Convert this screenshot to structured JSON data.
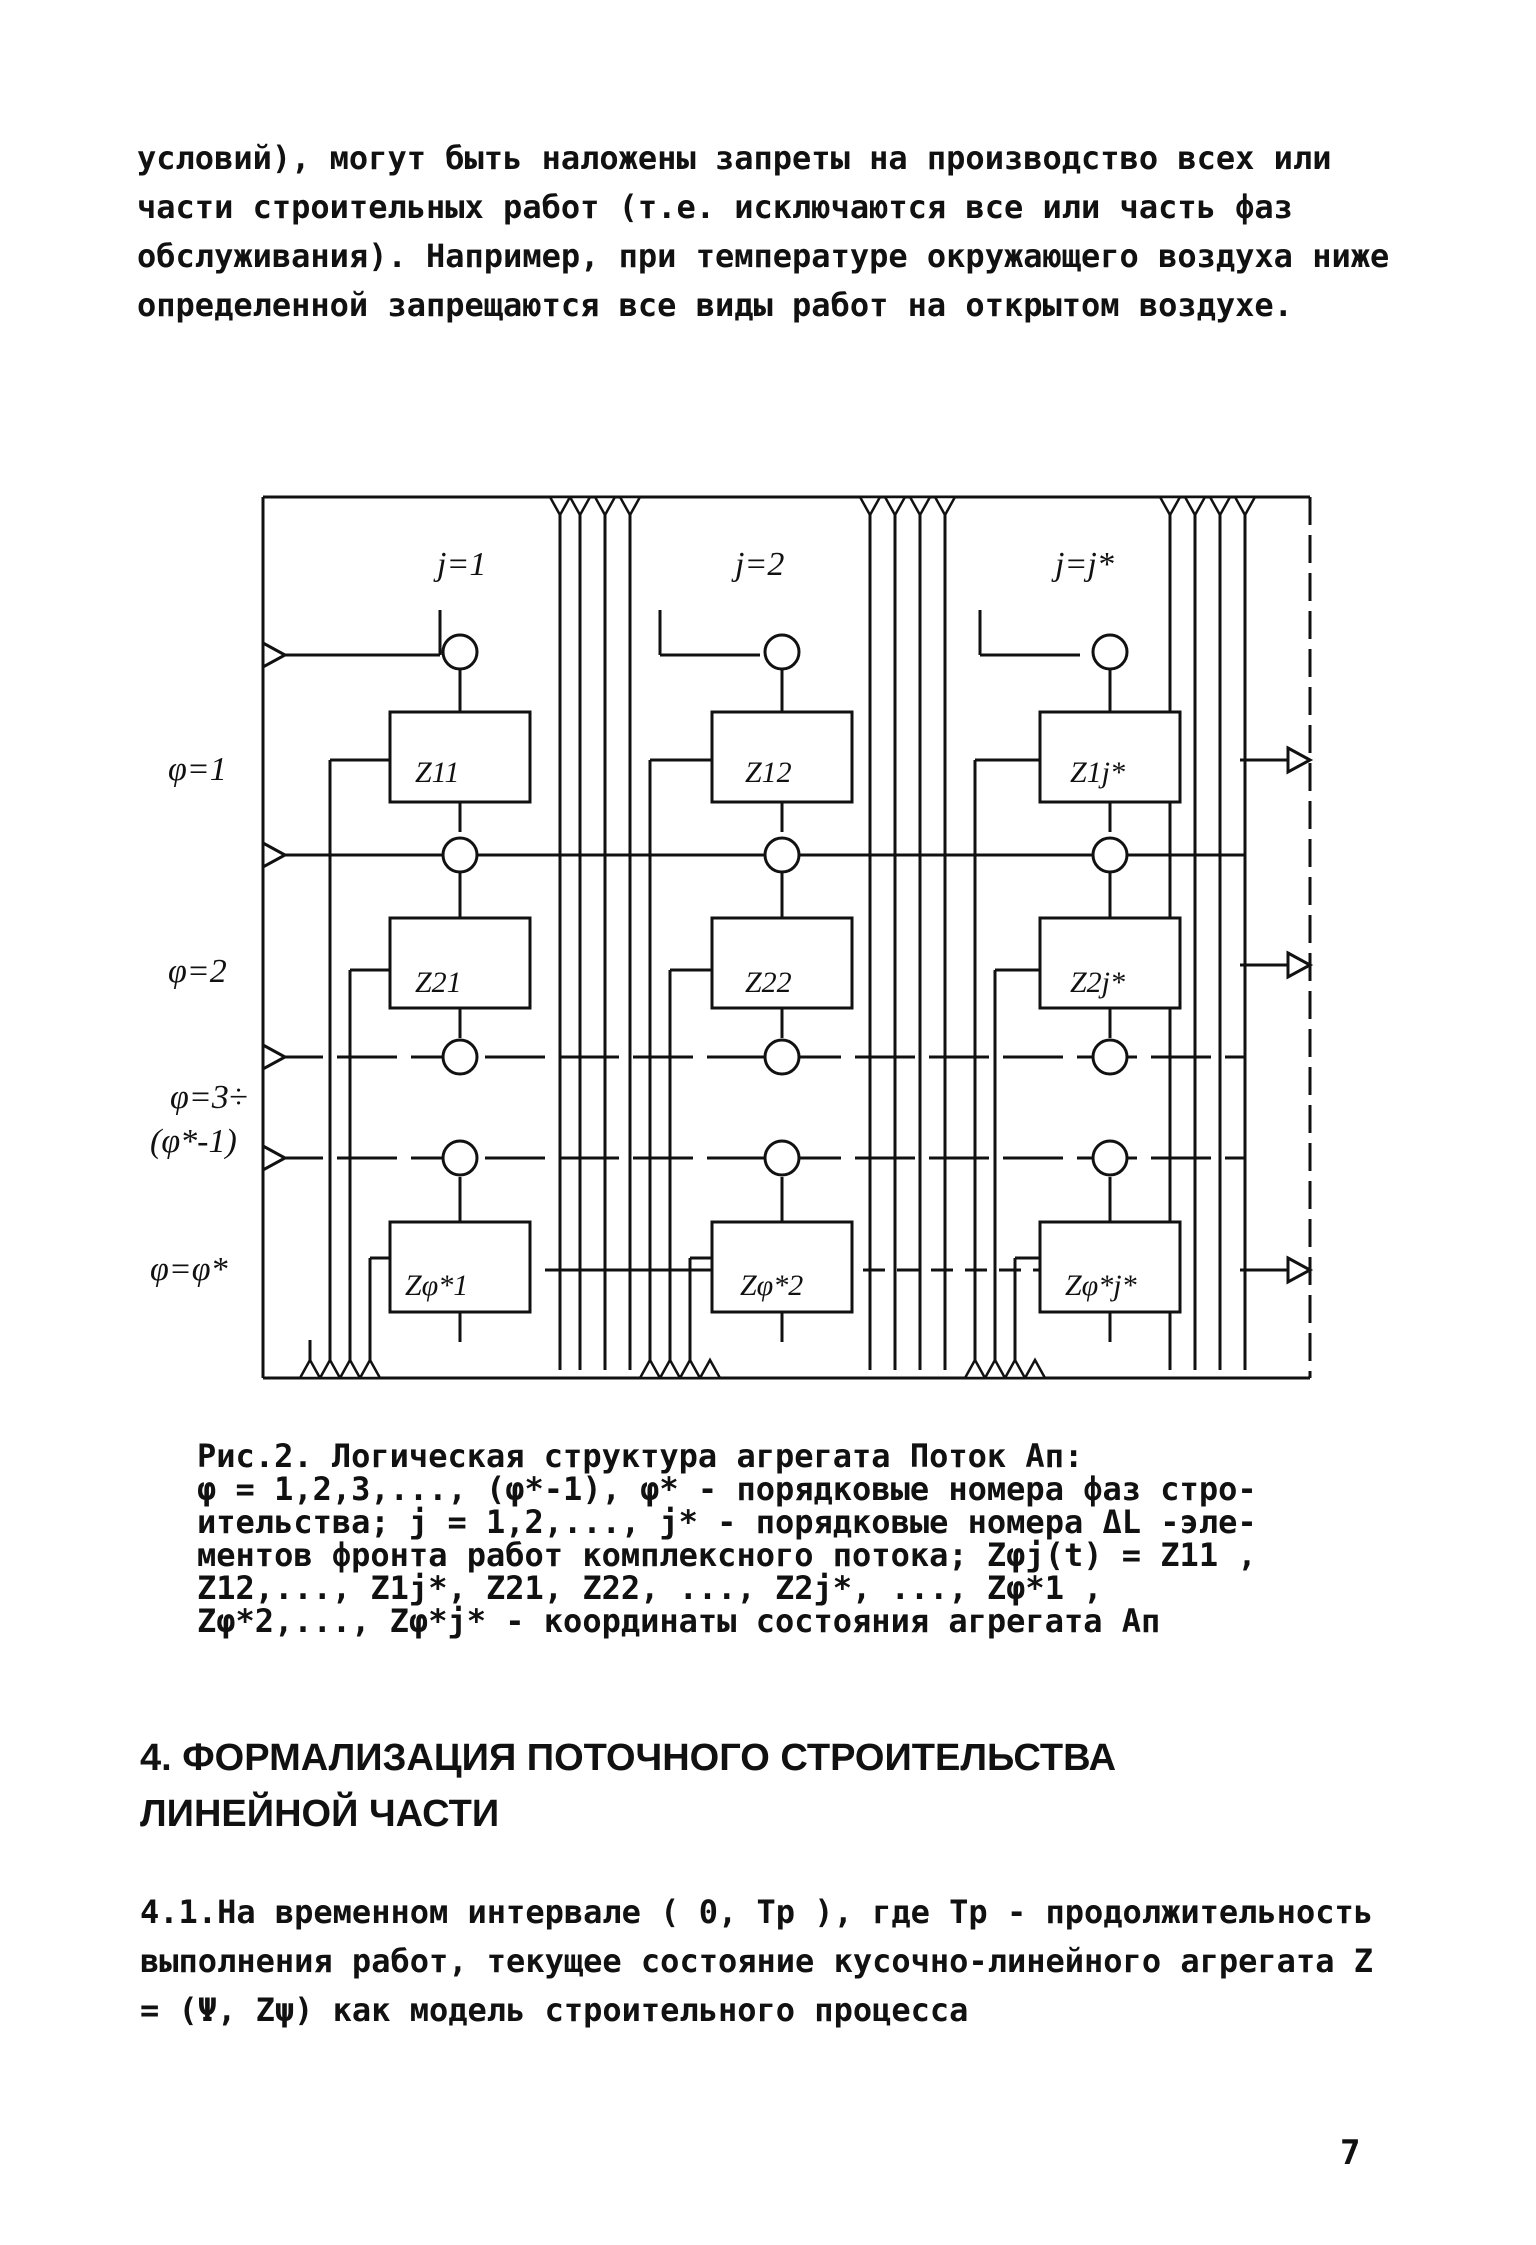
{
  "text_top": "условий), могут быть наложены запреты на производство всех или части строительных работ (т.е. исключаются все или часть фаз обслуживания). Например, при температуре окружающего воздуха ниже определенной запрещаются все виды работ на открытом воздухе.",
  "figure": {
    "column_labels": [
      "j=1",
      "j=2",
      "j=j*"
    ],
    "row_labels": [
      "φ=1",
      "φ=2",
      "φ=3÷",
      "(φ*-1)",
      "φ=φ*"
    ],
    "blocks": [
      [
        "Z11",
        "Z12",
        "Z1j*"
      ],
      [
        "Z21",
        "Z22",
        "Z2j*"
      ],
      [
        "Zφ*1",
        "Zφ*2",
        "Zφ*j*"
      ]
    ]
  },
  "caption_lines": [
    "Рис.2. Логическая структура агрегата Поток Aп:",
    "φ = 1,2,3,..., (φ*-1), φ* - порядковые номера фаз стро-",
    "ительства; j = 1,2,..., j* - порядковые номера ΔL -эле-",
    "ментов фронта работ комплексного потока; Zφj(t) = Z11 ,",
    "Z12,..., Z1j*, Z21, Z22, ..., Z2j*, ..., Zφ*1 ,",
    "Zφ*2,..., Zφ*j* - координаты состояния агрегата Aп"
  ],
  "heading": "4. ФОРМАЛИЗАЦИЯ ПОТОЧНОГО СТРОИТЕЛЬСТВА ЛИНЕЙНОЙ ЧАСТИ",
  "text_bottom": "4.1.На временном интервале ( 0, Tp ), где Tp - продолжительность выполнения работ, текущее состояние кусочно-линейного агрегата Z = (Ψ, Zψ) как модель строительного процесса",
  "page_number": "7"
}
